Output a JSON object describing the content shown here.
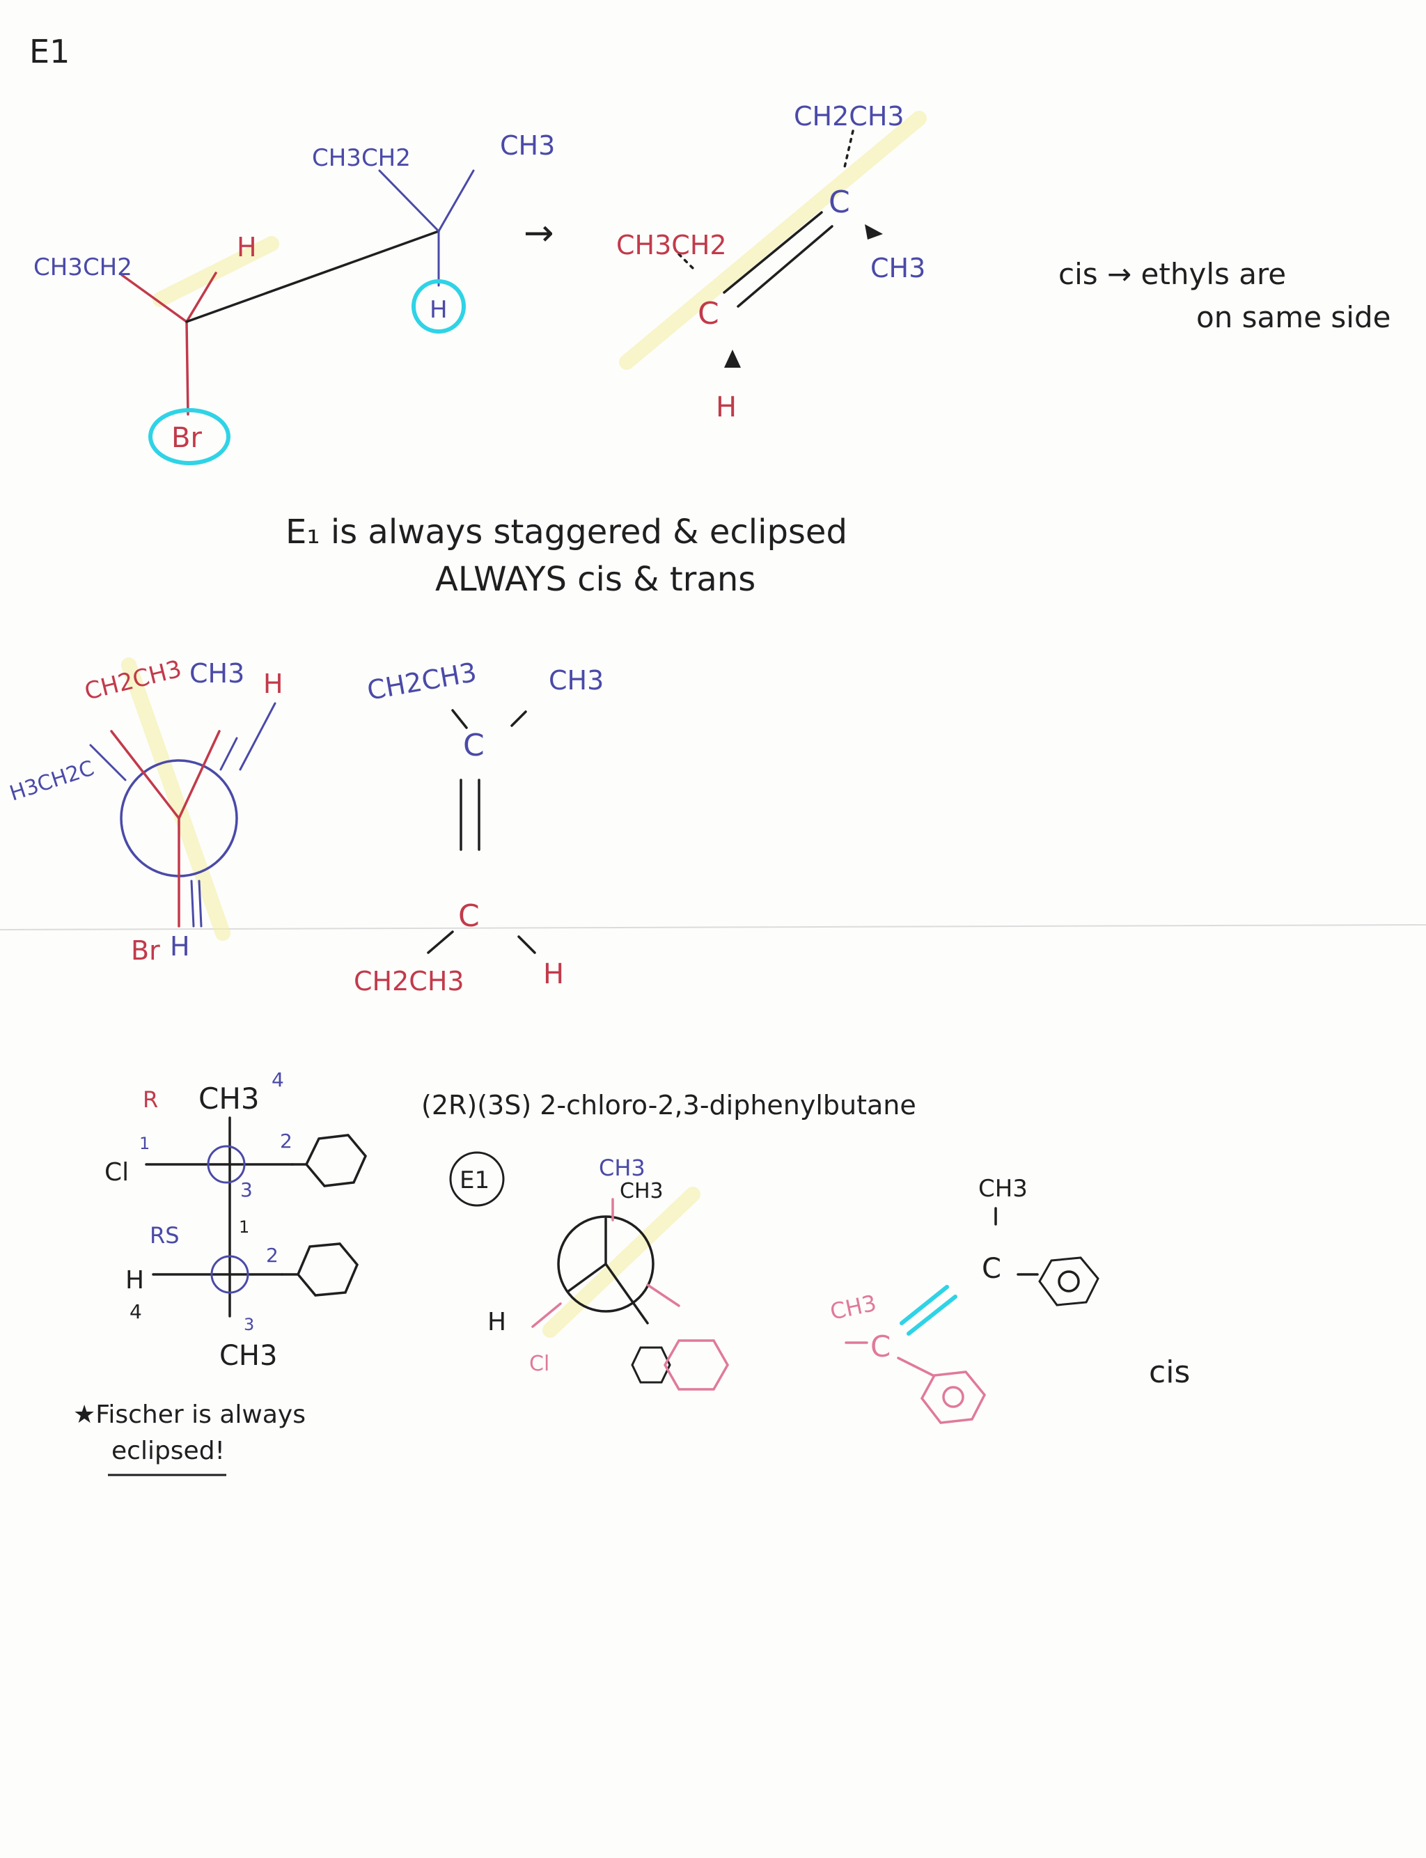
{
  "page": {
    "title": "E1"
  },
  "section1": {
    "left_ch3ch2": "CH3CH2",
    "top_ch3ch2": "CH3CH2",
    "top_ch3": "CH3",
    "h_left": "H",
    "h_circled": "H",
    "br_circled": "Br",
    "arrow": "→",
    "alkene_ch2ch3": "CH2CH3",
    "alkene_ch3ch2": "CH3CH2",
    "alkene_c_top": "C",
    "alkene_c_bottom": "C",
    "alkene_ch3": "CH3",
    "alkene_h": "H",
    "cis_note_line1": "cis → ethyls are",
    "cis_note_line2": "on same side"
  },
  "note": {
    "line1": "E₁ is always staggered & eclipsed",
    "line2": "ALWAYS cis & trans"
  },
  "section2": {
    "newman_h3ch2c": "H3CH2C",
    "newman_ch2ch3": "CH2CH3",
    "newman_ch3": "CH3",
    "newman_h": "H",
    "newman_br": "Br",
    "newman_h_bottom": "H",
    "planar_ch2ch3_top": "CH2CH3",
    "planar_ch3": "CH3",
    "planar_c_top": "C",
    "planar_c_bottom": "C",
    "planar_ch2ch3_bottom": "CH2CH3",
    "planar_h": "H"
  },
  "section3": {
    "fischer_r": "R",
    "fischer_ch3_top": "CH3",
    "fischer_sup4": "4",
    "fischer_cl": "Cl",
    "fischer_num1": "1",
    "fischer_num2a": "2",
    "fischer_num3a": "3",
    "fischer_rs": "RS",
    "fischer_num1b": "1",
    "fischer_num2b": "2",
    "fischer_h": "H",
    "fischer_num4": "4",
    "fischer_num3b": "3",
    "fischer_ch3_bottom": "CH3",
    "fischer_note_line1": "★Fischer is always",
    "fischer_note_line2": "eclipsed!",
    "compound_name": "(2R)(3S) 2-chloro-2,3-diphenylbutane",
    "e1_label": "E1",
    "newman2_ch3_a": "CH3",
    "newman2_ch3_b": "CH3",
    "newman2_h": "H",
    "newman2_cl": "Cl",
    "alkene2_ch3_top": "CH3",
    "alkene2_c_top": "C",
    "alkene2_ch3_left": "CH3",
    "alkene2_c_bottom": "C",
    "cis_label": "cis"
  }
}
